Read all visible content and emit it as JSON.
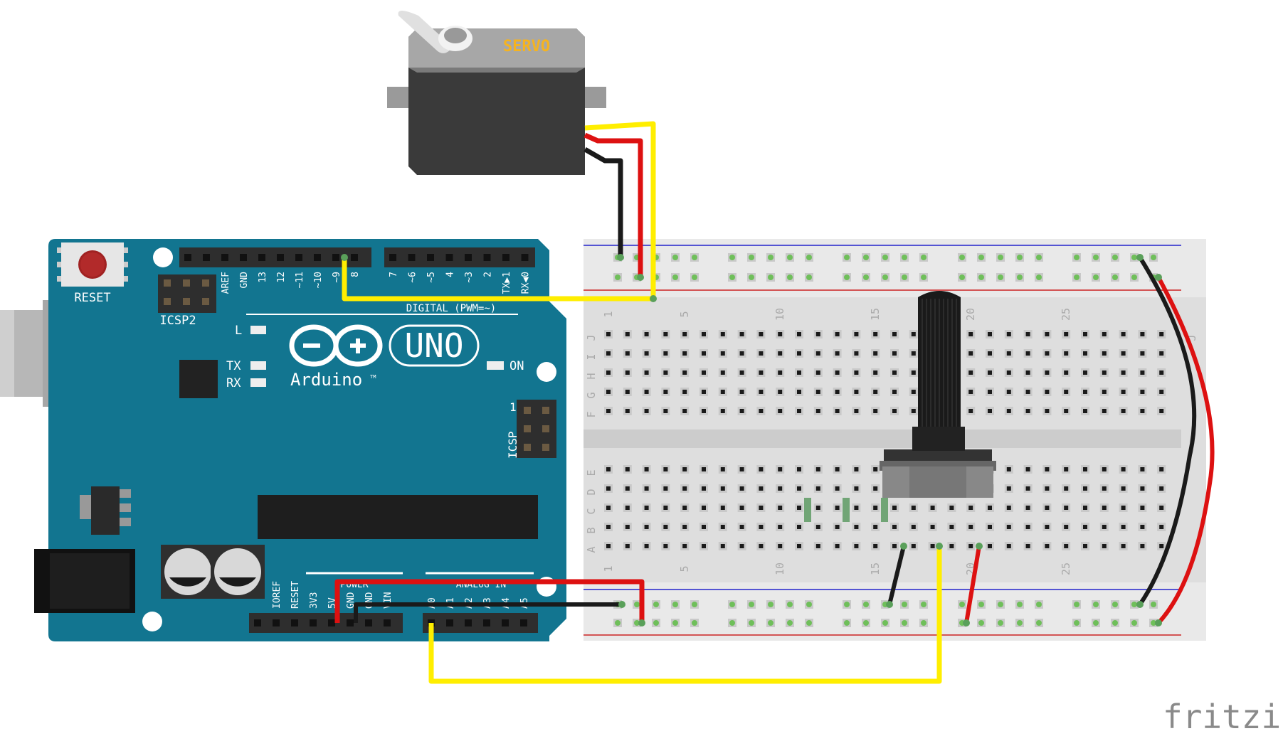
{
  "servo": {
    "label": "SERVO"
  },
  "arduino": {
    "reset_label": "RESET",
    "icsp2_label": "ICSP2",
    "icsp_label": "ICSP",
    "icsp_pin1": "1",
    "logo_text": "UNO",
    "brand": "Arduino",
    "tm": "TM",
    "led_l": "L",
    "led_tx": "TX",
    "led_rx": "RX",
    "on_label": "ON",
    "digital_label": "DIGITAL (PWM=~)",
    "digital_pins": [
      "AREF",
      "GND",
      "13",
      "12",
      "~11",
      "~10",
      "~9",
      "8",
      "7",
      "~6",
      "~5",
      "4",
      "~3",
      "2",
      "TX▶1",
      "RX◀0"
    ],
    "power_pins": [
      "IOREF",
      "RESET",
      "3V3",
      "5V",
      "GND",
      "GND",
      "VIN"
    ],
    "power_label": "POWER",
    "analog_label": "ANALOG IN",
    "analog_pins": [
      "A0",
      "A1",
      "A2",
      "A3",
      "A4",
      "A5"
    ]
  },
  "breadboard": {
    "row_letters_top": [
      "J",
      "I",
      "H",
      "G",
      "F"
    ],
    "row_letters_bottom": [
      "E",
      "D",
      "C",
      "B",
      "A"
    ],
    "column_numbers": [
      "1",
      "5",
      "10",
      "15",
      "20",
      "25"
    ]
  },
  "wire_colors": {
    "yellow": "#ffee00",
    "red": "#dd1111",
    "black": "#1a1a1a"
  },
  "watermark": "fritzing"
}
